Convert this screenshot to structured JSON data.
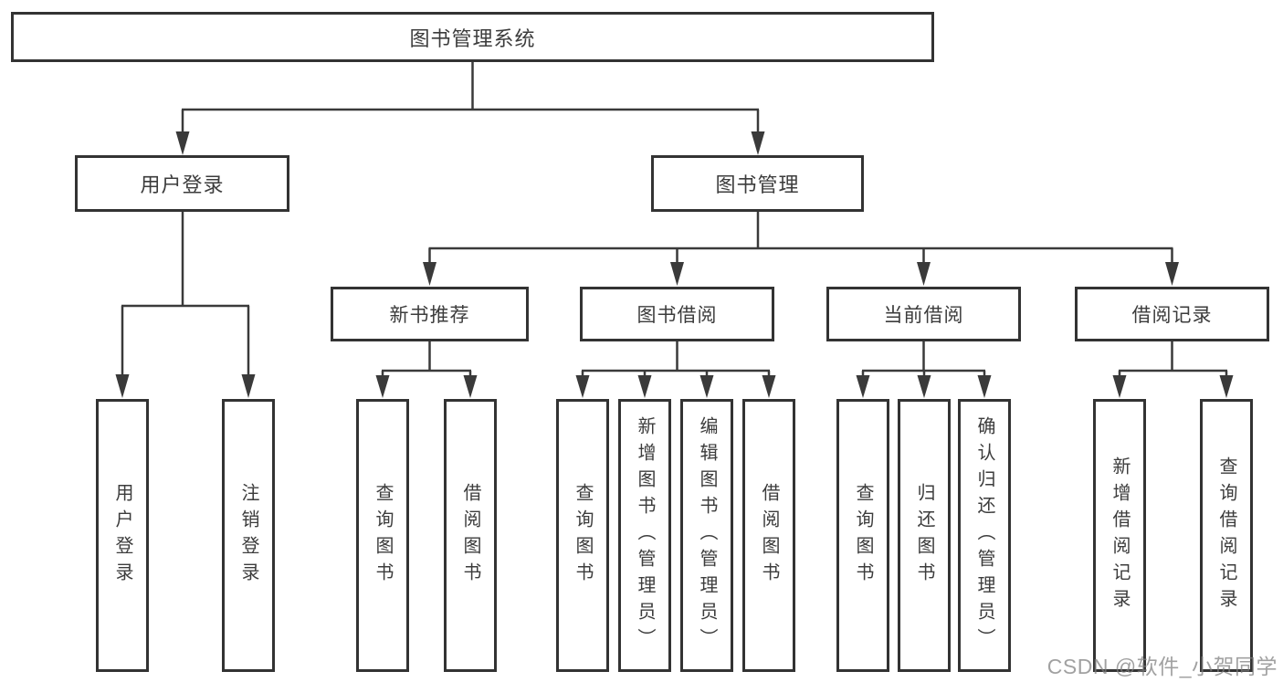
{
  "diagram": {
    "root": {
      "label": "图书管理系统"
    },
    "branches": [
      {
        "label": "用户登录",
        "children": [
          {
            "label": "用户登录"
          },
          {
            "label": "注销登录"
          }
        ]
      },
      {
        "label": "图书管理",
        "children": [
          {
            "label": "新书推荐",
            "children": [
              {
                "label": "查询图书"
              },
              {
                "label": "借阅图书"
              }
            ]
          },
          {
            "label": "图书借阅",
            "children": [
              {
                "label": "查询图书"
              },
              {
                "label": "新增图书（管理员）"
              },
              {
                "label": "编辑图书（管理员）"
              },
              {
                "label": "借阅图书"
              }
            ]
          },
          {
            "label": "当前借阅",
            "children": [
              {
                "label": "查询图书"
              },
              {
                "label": "归还图书"
              },
              {
                "label": "确认归还（管理员）"
              }
            ]
          },
          {
            "label": "借阅记录",
            "children": [
              {
                "label": "新增借阅记录"
              },
              {
                "label": "查询借阅记录"
              }
            ]
          }
        ]
      }
    ]
  },
  "watermark": {
    "text": "CSDN @软件_小贺同学"
  },
  "colors": {
    "line": "#3a3a3a",
    "box_border": "#333333",
    "text": "#3c3c3c",
    "watermark": "#9b9b9b",
    "background": "#ffffff"
  }
}
